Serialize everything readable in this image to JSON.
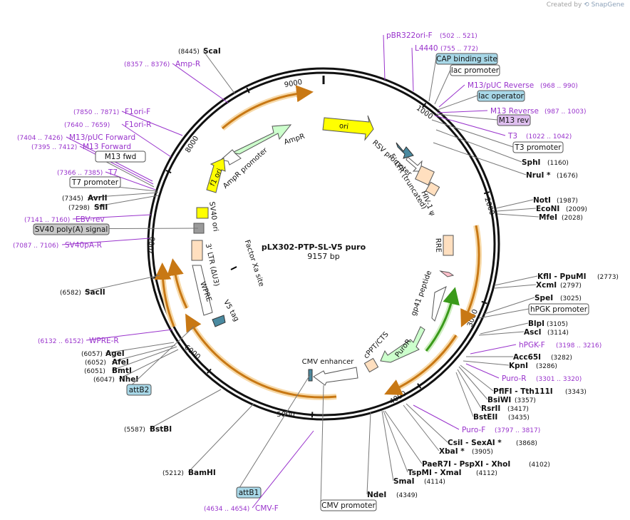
{
  "credit": {
    "prefix": "Created by",
    "brand": "SnapGene"
  },
  "plasmid": {
    "name": "pLX302-PTP-SL-V5 puro",
    "length": "9157 bp"
  },
  "scale": {
    "ticks": [
      "1000",
      "2000",
      "3000",
      "4000",
      "5000",
      "6000",
      "7000",
      "8000",
      "9000"
    ]
  },
  "features": [
    {
      "name": "ori",
      "color": "#ffff00"
    },
    {
      "name": "AmpR",
      "color": "#ccffcc"
    },
    {
      "name": "AmpR promoter",
      "color": "#ffffff"
    },
    {
      "name": "f1 ori",
      "color": "#ffff00"
    },
    {
      "name": "SV40 ori",
      "color": "#ffff00"
    },
    {
      "name": "RSV promoter",
      "color": "#ffffff"
    },
    {
      "name": "5' LTR (truncated)",
      "color": "#ffdfbf"
    },
    {
      "name": "HIV-1 ψ",
      "color": "#ffdfbf"
    },
    {
      "name": "RRE",
      "color": "#ffdfbf"
    },
    {
      "name": "gp41 peptide",
      "color": "#ffc0cb"
    },
    {
      "name": "PuroR",
      "color": "#ccffcc"
    },
    {
      "name": "cPPT/CTS",
      "color": "#ffdfbf"
    },
    {
      "name": "CMV enhancer",
      "color": "#ffffff"
    },
    {
      "name": "V5 tag",
      "color": "#4a8aa0"
    },
    {
      "name": "WPRE",
      "color": "#ffffff"
    },
    {
      "name": "3' LTR (ΔU3)",
      "color": "#ffdfbf"
    },
    {
      "name": "Factor Xa site",
      "color": "#000000"
    }
  ],
  "labels": [
    {
      "name": "ScaI",
      "pos": "(8445)",
      "kind": "site"
    },
    {
      "name": "Amp-R",
      "pos": "(8357 .. 8376)",
      "kind": "primer"
    },
    {
      "name": "F1ori-F",
      "pos": "(7850 .. 7871)",
      "kind": "primer"
    },
    {
      "name": "F1ori-R",
      "pos": "(7640 .. 7659)",
      "kind": "primer"
    },
    {
      "name": "M13/pUC Forward",
      "pos": "(7404 .. 7426)",
      "kind": "primer"
    },
    {
      "name": "M13 Forward",
      "pos": "(7395 .. 7412)",
      "kind": "primer"
    },
    {
      "name": "M13 fwd",
      "pos": "",
      "kind": "purplebox"
    },
    {
      "name": "T7",
      "pos": "(7366 .. 7385)",
      "kind": "primer"
    },
    {
      "name": "T7 promoter",
      "pos": "",
      "kind": "whitebox"
    },
    {
      "name": "AvrII",
      "pos": "(7345)",
      "kind": "site"
    },
    {
      "name": "SfiI",
      "pos": "(7298)",
      "kind": "site"
    },
    {
      "name": "EBV-rev",
      "pos": "(7141 .. 7160)",
      "kind": "primer"
    },
    {
      "name": "SV40 poly(A) signal",
      "pos": "",
      "kind": "graybox"
    },
    {
      "name": "SV40pA-R",
      "pos": "(7087 .. 7106)",
      "kind": "primer"
    },
    {
      "name": "SacII",
      "pos": "(6582)",
      "kind": "site"
    },
    {
      "name": "WPRE-R",
      "pos": "(6132 .. 6152)",
      "kind": "primer"
    },
    {
      "name": "AgeI",
      "pos": "(6057)",
      "kind": "site"
    },
    {
      "name": "AfeI",
      "pos": "(6052)",
      "kind": "site"
    },
    {
      "name": "BmtI",
      "pos": "(6051)",
      "kind": "site"
    },
    {
      "name": "NheI",
      "pos": "(6047)",
      "kind": "site"
    },
    {
      "name": "attB2",
      "pos": "",
      "kind": "bluebox"
    },
    {
      "name": "BstBI",
      "pos": "(5587)",
      "kind": "site"
    },
    {
      "name": "BamHI",
      "pos": "(5212)",
      "kind": "site"
    },
    {
      "name": "attB1",
      "pos": "",
      "kind": "bluebox"
    },
    {
      "name": "CMV-F",
      "pos": "(4634 .. 4654)",
      "kind": "primer"
    },
    {
      "name": "CMV promoter",
      "pos": "",
      "kind": "whitebox"
    },
    {
      "name": "NdeI",
      "pos": "(4349)",
      "kind": "site"
    },
    {
      "name": "SmaI",
      "pos": "(4114)",
      "kind": "site"
    },
    {
      "name": "TspMI - XmaI",
      "pos": "(4112)",
      "kind": "site"
    },
    {
      "name": "PaeR7I - PspXI - XhoI",
      "pos": "(4102)",
      "kind": "site"
    },
    {
      "name": "XbaI *",
      "pos": "(3905)",
      "kind": "site"
    },
    {
      "name": "CsiI - SexAI *",
      "pos": "(3868)",
      "kind": "site"
    },
    {
      "name": "Puro-F",
      "pos": "(3797 .. 3817)",
      "kind": "primer"
    },
    {
      "name": "BstEII",
      "pos": "(3435)",
      "kind": "site"
    },
    {
      "name": "RsrII",
      "pos": "(3417)",
      "kind": "site"
    },
    {
      "name": "BsiWI",
      "pos": "(3357)",
      "kind": "site"
    },
    {
      "name": "PflFI - Tth111I",
      "pos": "(3343)",
      "kind": "site"
    },
    {
      "name": "Puro-R",
      "pos": "(3301 .. 3320)",
      "kind": "primer"
    },
    {
      "name": "KpnI",
      "pos": "(3286)",
      "kind": "site"
    },
    {
      "name": "Acc65I",
      "pos": "(3282)",
      "kind": "site"
    },
    {
      "name": "hPGK-F",
      "pos": "(3198 .. 3216)",
      "kind": "primer"
    },
    {
      "name": "AscI",
      "pos": "(3114)",
      "kind": "site"
    },
    {
      "name": "BlpI",
      "pos": "(3105)",
      "kind": "site"
    },
    {
      "name": "hPGK promoter",
      "pos": "",
      "kind": "whitebox"
    },
    {
      "name": "SpeI",
      "pos": "(3025)",
      "kind": "site"
    },
    {
      "name": "XcmI",
      "pos": "(2797)",
      "kind": "site"
    },
    {
      "name": "KflI - PpuMI",
      "pos": "(2773)",
      "kind": "site"
    },
    {
      "name": "MfeI",
      "pos": "(2028)",
      "kind": "site"
    },
    {
      "name": "EcoNI",
      "pos": "(2009)",
      "kind": "site"
    },
    {
      "name": "NotI",
      "pos": "(1987)",
      "kind": "site"
    },
    {
      "name": "NruI *",
      "pos": "(1676)",
      "kind": "site"
    },
    {
      "name": "SphI",
      "pos": "(1160)",
      "kind": "site"
    },
    {
      "name": "T3 promoter",
      "pos": "",
      "kind": "whitebox"
    },
    {
      "name": "T3",
      "pos": "(1022 .. 1042)",
      "kind": "primer"
    },
    {
      "name": "M13 rev",
      "pos": "",
      "kind": "purplebox"
    },
    {
      "name": "M13 Reverse",
      "pos": "(987 .. 1003)",
      "kind": "primer"
    },
    {
      "name": "lac operator",
      "pos": "",
      "kind": "bluebox"
    },
    {
      "name": "M13/pUC Reverse",
      "pos": "(968 .. 990)",
      "kind": "primer"
    },
    {
      "name": "lac promoter",
      "pos": "",
      "kind": "whitebox"
    },
    {
      "name": "CAP binding site",
      "pos": "",
      "kind": "bluebox"
    },
    {
      "name": "L4440",
      "pos": "(755 .. 772)",
      "kind": "primer"
    },
    {
      "name": "pBR322ori-F",
      "pos": "(502 .. 521)",
      "kind": "primer"
    }
  ],
  "colors": {
    "primer": "#9933cc",
    "site": "#000000",
    "blue_box": "#a8d8e8",
    "purple_box": "#e0c0f0",
    "gray_box": "#c8c8c8",
    "orange_arc": "#c87814",
    "green_arc": "#3a9a1a"
  }
}
